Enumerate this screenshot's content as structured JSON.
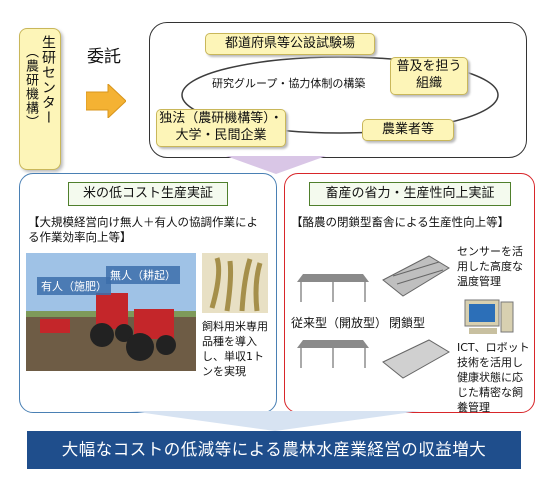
{
  "center": {
    "name": "生研センター",
    "sub": "（農研機構）"
  },
  "commission": "委託",
  "consortium": {
    "nodes": {
      "pref": "都道府県等公設試験場",
      "extension": "普及を担う組織",
      "farmers": "農業者等",
      "naro_univ": "独法（農研機構等）・大学・民間企業"
    },
    "center_text": "研究グループ・協力体制の構築"
  },
  "left_panel": {
    "title": "米の低コスト生産実証",
    "subtitle": "【大規模経営向け無人＋有人の協調作業による作業効率向上等】",
    "photo_labels": {
      "manned": "有人（施肥）",
      "unmanned": "無人（耕起）"
    },
    "caption": "飼料用米専用品種を導入し、単収1トンを実現"
  },
  "right_panel": {
    "title": "畜産の省力・生産性向上実証",
    "subtitle": "【酪農の閉鎖型畜舎による生産性向上等】",
    "conventional": "従来型（開放型）",
    "closed": "閉鎖型",
    "sensor_text": "センサーを活用した高度な温度管理",
    "ict_text": "ICT、ロボット技術を活用し健康状態に応じた精密な飼養管理"
  },
  "bottom": "大幅なコストの低減等による農林水産業経営の収益増大",
  "colors": {
    "navy": "#1f4e8c",
    "yellow_box": "#fdf5b8",
    "green_border": "#4f7f2c",
    "red_border": "#d8262a",
    "blue_border": "#4a80b4"
  }
}
